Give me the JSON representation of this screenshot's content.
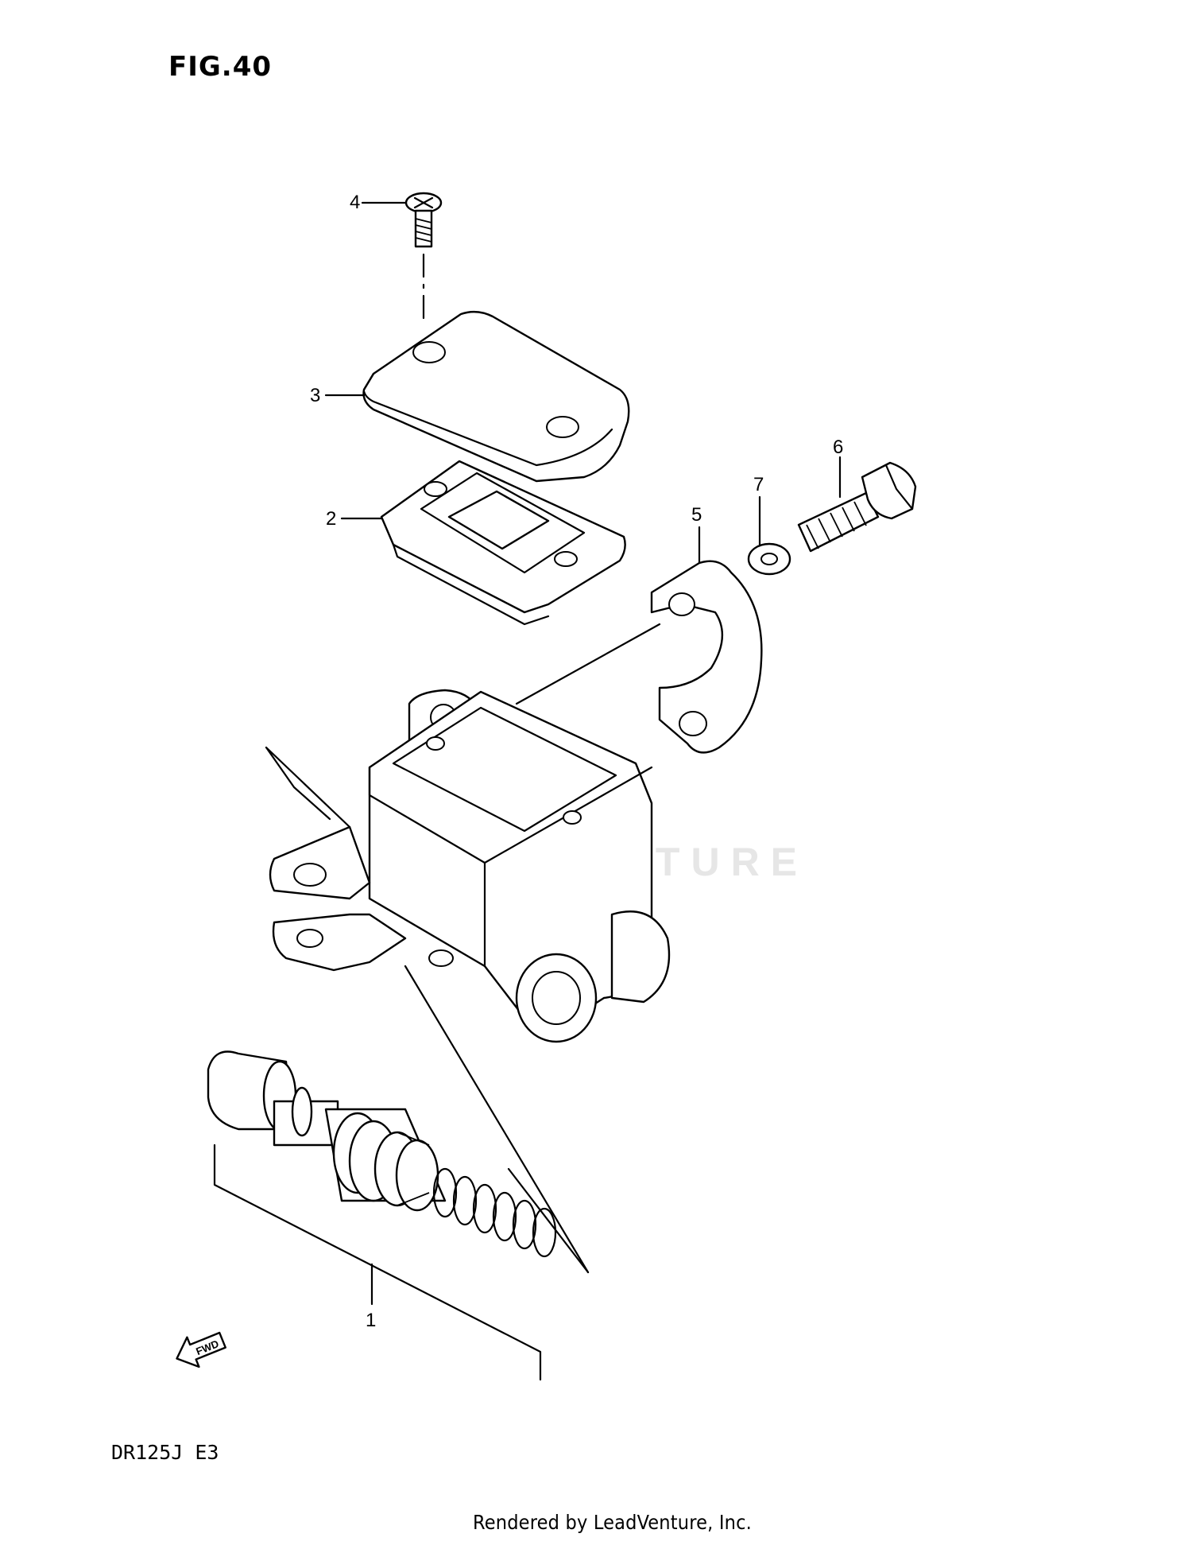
{
  "figure": {
    "title": "FIG.40"
  },
  "callouts": [
    "1",
    "2",
    "3",
    "4",
    "5",
    "6",
    "7"
  ],
  "fwd_arrow": {
    "label": "FWD"
  },
  "model_code": "DR125J  E3",
  "watermark": "LEADVENTURE",
  "footer": {
    "credit": "Rendered by LeadVenture, Inc."
  }
}
